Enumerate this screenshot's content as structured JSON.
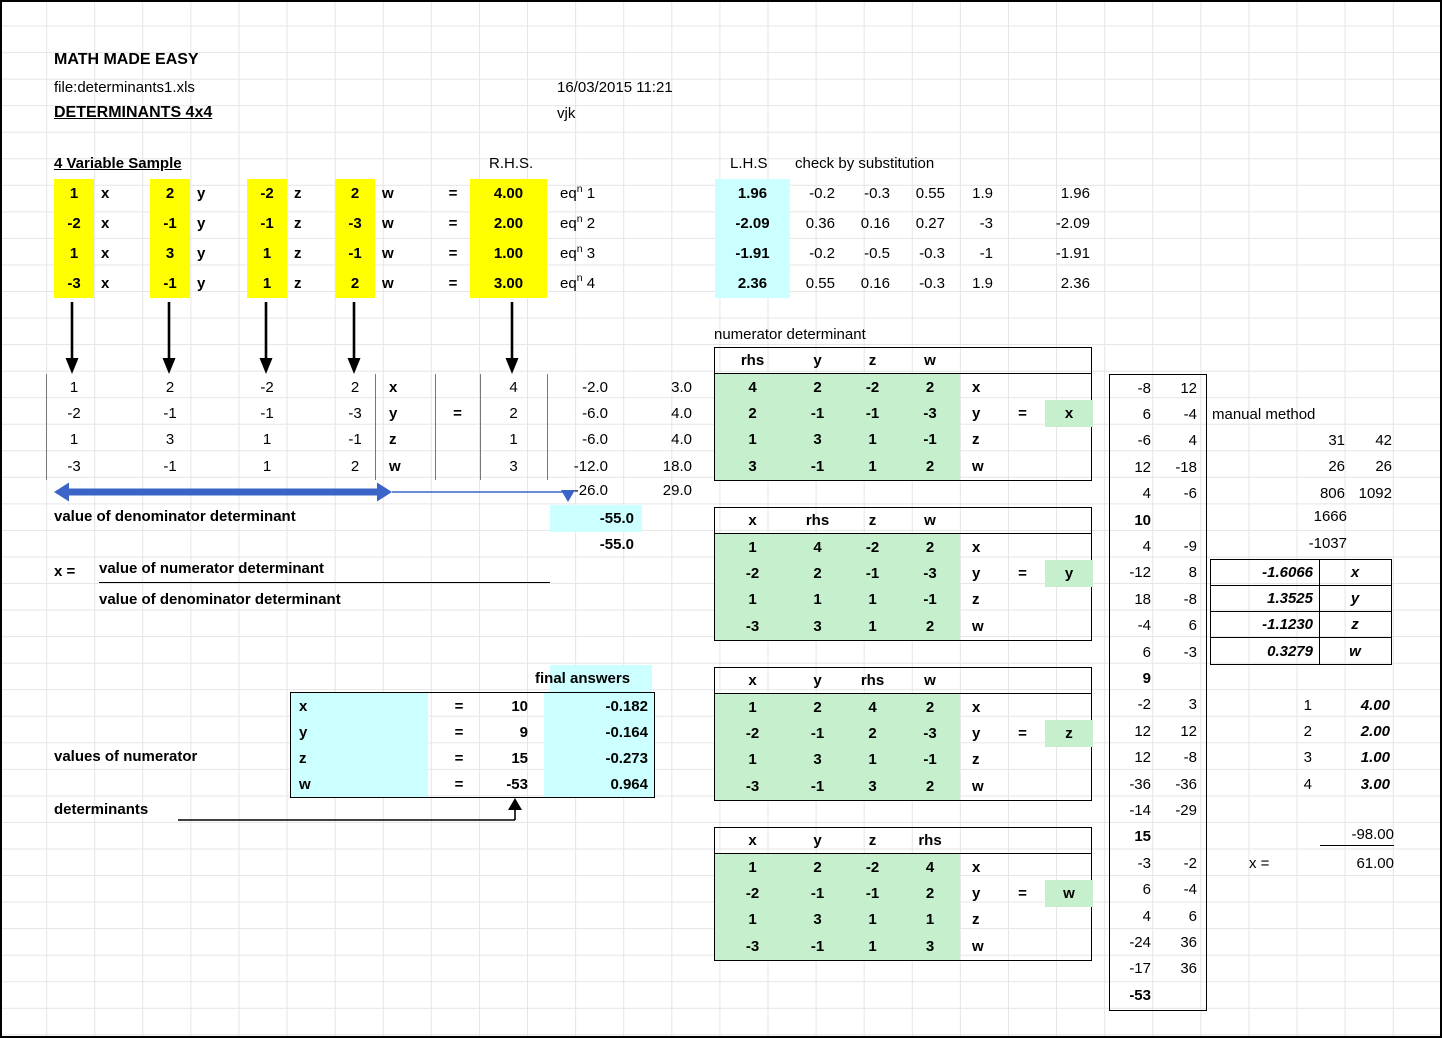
{
  "header": {
    "title": "MATH MADE EASY",
    "file_label": "file:determinants1.xls",
    "sheet_title": "DETERMINANTS 4x4",
    "datetime": "16/03/2015 11:21",
    "author": "vjk"
  },
  "labels": {
    "section_title": "4 Variable Sample",
    "rhs": "R.H.S.",
    "lhs": "L.H.S",
    "check": "check by substitution",
    "eq_prefix": "eq",
    "eq_sup": "n",
    "numerator_title": "numerator determinant",
    "denominator_value_label": "value of denominator determinant",
    "fraction_lhs": "x =",
    "fraction_numerator": "value of numerator determinant",
    "fraction_denominator": "value of denominator determinant",
    "final_answers": "final answers",
    "values_of_numerator": "values of numerator",
    "determinants": "determinants",
    "manual_method": "manual method"
  },
  "equations": {
    "rows": [
      {
        "c1": "1",
        "v1": "x",
        "c2": "2",
        "v2": "y",
        "c3": "-2",
        "v3": "z",
        "c4": "2",
        "v4": "w",
        "eq": "=",
        "rhs": "4.00",
        "n": "1",
        "lhs": "1.96",
        "k1": "-0.2",
        "k2": "-0.3",
        "k3": "0.55",
        "k4": "1.9",
        "total": "1.96"
      },
      {
        "c1": "-2",
        "v1": "x",
        "c2": "-1",
        "v2": "y",
        "c3": "-1",
        "v3": "z",
        "c4": "-3",
        "v4": "w",
        "eq": "=",
        "rhs": "2.00",
        "n": "2",
        "lhs": "-2.09",
        "k1": "0.36",
        "k2": "0.16",
        "k3": "0.27",
        "k4": "-3",
        "total": "-2.09"
      },
      {
        "c1": "1",
        "v1": "x",
        "c2": "3",
        "v2": "y",
        "c3": "1",
        "v3": "z",
        "c4": "-1",
        "v4": "w",
        "eq": "=",
        "rhs": "1.00",
        "n": "3",
        "lhs": "-1.91",
        "k1": "-0.2",
        "k2": "-0.5",
        "k3": "-0.3",
        "k4": "-1",
        "total": "-1.91"
      },
      {
        "c1": "-3",
        "v1": "x",
        "c2": "-1",
        "v2": "y",
        "c3": "1",
        "v3": "z",
        "c4": "2",
        "v4": "w",
        "eq": "=",
        "rhs": "3.00",
        "n": "4",
        "lhs": "2.36",
        "k1": "0.55",
        "k2": "0.16",
        "k3": "-0.3",
        "k4": "1.9",
        "total": "2.36"
      }
    ]
  },
  "denominator": {
    "rows": [
      {
        "c1": "1",
        "c2": "2",
        "c3": "-2",
        "c4": "2",
        "v": "x",
        "eq": "",
        "rhs": "4",
        "e1": "-2.0",
        "e2": "3.0"
      },
      {
        "c1": "-2",
        "c2": "-1",
        "c3": "-1",
        "c4": "-3",
        "v": "y",
        "eq": "=",
        "rhs": "2",
        "e1": "-6.0",
        "e2": "4.0"
      },
      {
        "c1": "1",
        "c2": "3",
        "c3": "1",
        "c4": "-1",
        "v": "z",
        "eq": "",
        "rhs": "1",
        "e1": "-6.0",
        "e2": "4.0"
      },
      {
        "c1": "-3",
        "c2": "-1",
        "c3": "1",
        "c4": "2",
        "v": "w",
        "eq": "",
        "rhs": "3",
        "e1": "-12.0",
        "e2": "18.0"
      }
    ],
    "sum1": "-26.0",
    "sum2": "29.0",
    "value": "-55.0",
    "value_repeat": "-55.0"
  },
  "final_answers": {
    "rows": [
      {
        "v": "x",
        "eq": "=",
        "num": "10",
        "val": "-0.182"
      },
      {
        "v": "y",
        "eq": "=",
        "num": "9",
        "val": "-0.164"
      },
      {
        "v": "z",
        "eq": "=",
        "num": "15",
        "val": "-0.273"
      },
      {
        "v": "w",
        "eq": "=",
        "num": "-53",
        "val": "0.964"
      }
    ]
  },
  "numerator_tables": [
    {
      "h1": "rhs",
      "h2": "y",
      "h3": "z",
      "h4": "w",
      "rows": [
        {
          "c1": "4",
          "c2": "2",
          "c3": "-2",
          "c4": "2",
          "v": "x",
          "eq": "",
          "solve": ""
        },
        {
          "c1": "2",
          "c2": "-1",
          "c3": "-1",
          "c4": "-3",
          "v": "y",
          "eq": "=",
          "solve": "x"
        },
        {
          "c1": "1",
          "c2": "3",
          "c3": "1",
          "c4": "-1",
          "v": "z",
          "eq": "",
          "solve": ""
        },
        {
          "c1": "3",
          "c2": "-1",
          "c3": "1",
          "c4": "2",
          "v": "w",
          "eq": "",
          "solve": ""
        }
      ]
    },
    {
      "h1": "x",
      "h2": "rhs",
      "h3": "z",
      "h4": "w",
      "rows": [
        {
          "c1": "1",
          "c2": "4",
          "c3": "-2",
          "c4": "2",
          "v": "x",
          "eq": "",
          "solve": ""
        },
        {
          "c1": "-2",
          "c2": "2",
          "c3": "-1",
          "c4": "-3",
          "v": "y",
          "eq": "=",
          "solve": "y"
        },
        {
          "c1": "1",
          "c2": "1",
          "c3": "1",
          "c4": "-1",
          "v": "z",
          "eq": "",
          "solve": ""
        },
        {
          "c1": "-3",
          "c2": "3",
          "c3": "1",
          "c4": "2",
          "v": "w",
          "eq": "",
          "solve": ""
        }
      ]
    },
    {
      "h1": "x",
      "h2": "y",
      "h3": "rhs",
      "h4": "w",
      "rows": [
        {
          "c1": "1",
          "c2": "2",
          "c3": "4",
          "c4": "2",
          "v": "x",
          "eq": "",
          "solve": ""
        },
        {
          "c1": "-2",
          "c2": "-1",
          "c3": "2",
          "c4": "-3",
          "v": "y",
          "eq": "=",
          "solve": "z"
        },
        {
          "c1": "1",
          "c2": "3",
          "c3": "1",
          "c4": "-1",
          "v": "z",
          "eq": "",
          "solve": ""
        },
        {
          "c1": "-3",
          "c2": "-1",
          "c3": "3",
          "c4": "2",
          "v": "w",
          "eq": "",
          "solve": ""
        }
      ]
    },
    {
      "h1": "x",
      "h2": "y",
      "h3": "z",
      "h4": "rhs",
      "rows": [
        {
          "c1": "1",
          "c2": "2",
          "c3": "-2",
          "c4": "4",
          "v": "x",
          "eq": "",
          "solve": ""
        },
        {
          "c1": "-2",
          "c2": "-1",
          "c3": "-1",
          "c4": "2",
          "v": "y",
          "eq": "=",
          "solve": "w"
        },
        {
          "c1": "1",
          "c2": "3",
          "c3": "1",
          "c4": "1",
          "v": "z",
          "eq": "",
          "solve": ""
        },
        {
          "c1": "-3",
          "c2": "-1",
          "c3": "1",
          "c4": "3",
          "v": "w",
          "eq": "",
          "solve": ""
        }
      ]
    }
  ],
  "work_column": {
    "rows": [
      {
        "l": "-8",
        "r": "12"
      },
      {
        "l": "6",
        "r": "-4"
      },
      {
        "l": "-6",
        "r": "4"
      },
      {
        "l": "12",
        "r": "-18"
      },
      {
        "l": "4",
        "r": "-6"
      },
      {
        "l": "10",
        "r": "",
        "b": "1"
      },
      {
        "l": "4",
        "r": "-9"
      },
      {
        "l": "-12",
        "r": "8"
      },
      {
        "l": "18",
        "r": "-8"
      },
      {
        "l": "-4",
        "r": "6"
      },
      {
        "l": "6",
        "r": "-3"
      },
      {
        "l": "9",
        "r": "",
        "b": "1"
      },
      {
        "l": "-2",
        "r": "3"
      },
      {
        "l": "12",
        "r": "12"
      },
      {
        "l": "12",
        "r": "-8"
      },
      {
        "l": "-36",
        "r": "-36"
      },
      {
        "l": "-14",
        "r": "-29"
      },
      {
        "l": "15",
        "r": "",
        "b": "1"
      },
      {
        "l": "-3",
        "r": "-2"
      },
      {
        "l": "6",
        "r": "-4"
      },
      {
        "l": "4",
        "r": "6"
      },
      {
        "l": "-24",
        "r": "36"
      },
      {
        "l": "-17",
        "r": "36"
      },
      {
        "l": "-53",
        "r": "",
        "b": "1"
      }
    ]
  },
  "manual": {
    "pairs": [
      {
        "a": "31",
        "b": "42"
      },
      {
        "a": "26",
        "b": "26"
      },
      {
        "a": "806",
        "b": "1092"
      }
    ],
    "t1": "1666",
    "t2": "-1037",
    "results": [
      {
        "val": "-1.6066",
        "v": "x"
      },
      {
        "val": "1.3525",
        "v": "y"
      },
      {
        "val": "-1.1230",
        "v": "z"
      },
      {
        "val": "0.3279",
        "v": "w"
      }
    ],
    "checks": [
      {
        "n": "1",
        "val": "4.00"
      },
      {
        "n": "2",
        "val": "2.00"
      },
      {
        "n": "3",
        "val": "1.00"
      },
      {
        "n": "4",
        "val": "3.00"
      }
    ],
    "sum": "-98.00",
    "x_label": "x =",
    "x_value": "61.00"
  },
  "colors": {
    "yellow": "#ffff00",
    "cyan": "#ccffff",
    "green": "#c6efce",
    "blue_arrow": "#3a64c8"
  }
}
